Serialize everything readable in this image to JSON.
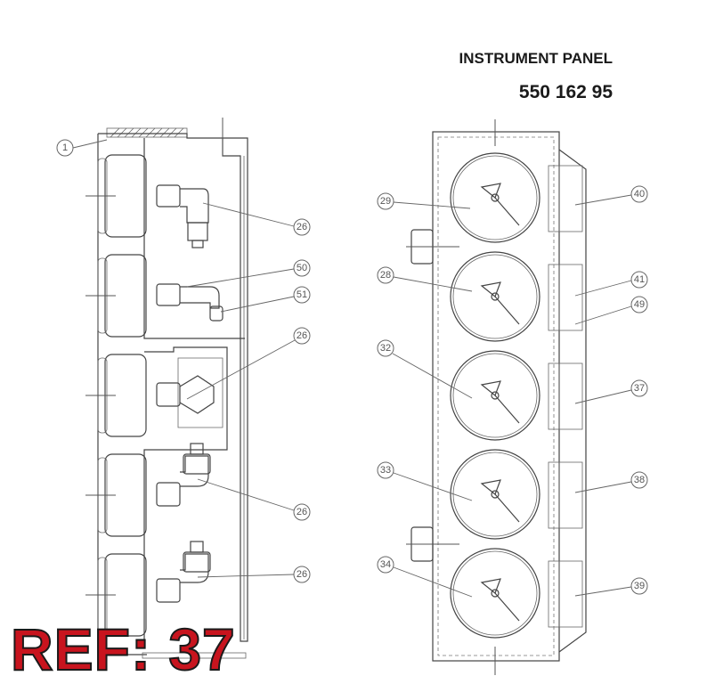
{
  "header": {
    "title": "INSTRUMENT PANEL",
    "part_number": "550 162 95"
  },
  "ref_label": "REF: 37",
  "left_view": {
    "callouts": [
      "1",
      "26",
      "50",
      "51",
      "26",
      "26",
      "26"
    ]
  },
  "right_view": {
    "gauge_callouts": [
      "29",
      "28",
      "32",
      "33",
      "34"
    ],
    "bracket_callouts": [
      "40",
      "41",
      "49",
      "37",
      "38",
      "39"
    ]
  }
}
